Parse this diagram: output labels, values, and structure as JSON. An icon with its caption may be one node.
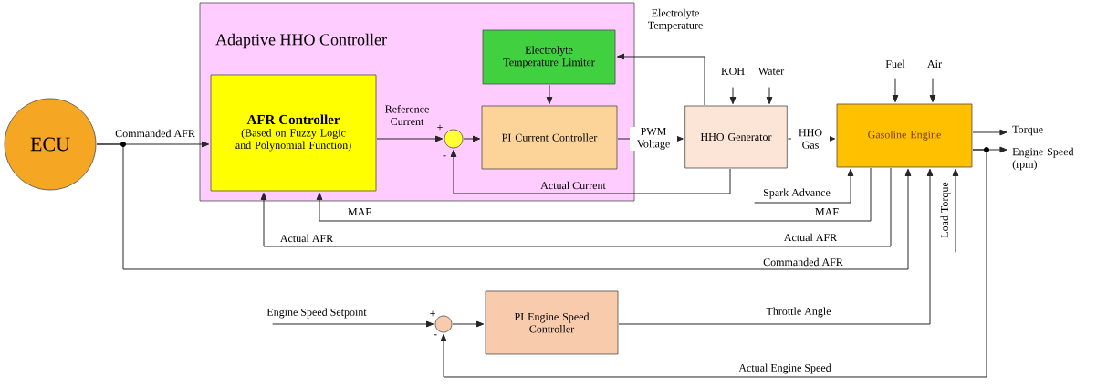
{
  "diagram": {
    "nodes": [
      {
        "text": [
          "Adaptive HHO Controller"
        ]
      },
      {
        "text": [
          "ECU"
        ]
      },
      {
        "text": [
          "AFR Controller",
          "(Based on Fuzzy Logic and Polynomial Function)"
        ],
        "in": 0
      },
      {
        "text": [
          "Electrolyte Temperature Limiter"
        ],
        "in": 0
      },
      {
        "text": [],
        "shape": "circle",
        "in": 0
      },
      {
        "text": [
          "PI Current Controller"
        ],
        "in": 0
      },
      {
        "text": [
          "HHO Generator"
        ]
      },
      {
        "text": [
          "Gasoline Engine"
        ]
      },
      {
        "text": [],
        "shape": "circle"
      },
      {
        "text": [
          "PI Engine Speed Controller"
        ]
      }
    ],
    "edges": [
      {
        "from": 1,
        "to": 2,
        "arrow": "to",
        "label": "Commanded AFR"
      },
      {
        "from": 1,
        "to": 7,
        "arrow": "to",
        "label": "Commanded AFR"
      },
      {
        "from": 2,
        "to": 4,
        "arrow": "to",
        "label": "Reference Current"
      },
      {
        "from": 4,
        "to": 5,
        "arrow": "to"
      },
      {
        "from": 3,
        "to": 5,
        "arrow": "to"
      },
      {
        "from": 5,
        "to": 6,
        "arrow": "to",
        "label": "PWM Voltage"
      },
      {
        "from": 6,
        "to": 3,
        "arrow": "to",
        "label": "Electrolyte Temperature"
      },
      {
        "from": 6,
        "to": 4,
        "arrow": "to",
        "label": "Actual Current"
      },
      {
        "from": null,
        "to": 6,
        "arrow": "to",
        "label": "KOH"
      },
      {
        "from": null,
        "to": 6,
        "arrow": "to",
        "label": "Water"
      },
      {
        "from": 6,
        "to": 7,
        "arrow": "to",
        "label": "HHO Gas"
      },
      {
        "from": null,
        "to": 7,
        "arrow": "to",
        "label": "Fuel"
      },
      {
        "from": null,
        "to": 7,
        "arrow": "to",
        "label": "Air"
      },
      {
        "from": 7,
        "to": null,
        "arrow": "to",
        "label": "Torque"
      },
      {
        "from": 7,
        "to": null,
        "arrow": "to",
        "label": "Engine Speed (rpm)"
      },
      {
        "from": null,
        "to": 7,
        "arrow": "to",
        "label": "Spark Advance"
      },
      {
        "from": 7,
        "to": 2,
        "arrow": "to",
        "label": "MAF"
      },
      {
        "from": 7,
        "to": 2,
        "arrow": "to",
        "label": "Actual AFR"
      },
      {
        "from": null,
        "to": 7,
        "arrow": "to",
        "label": "Load Torque"
      },
      {
        "from": null,
        "to": 8,
        "arrow": "to",
        "label": "Engine Speed Setpoint"
      },
      {
        "from": 8,
        "to": 9,
        "arrow": "to"
      },
      {
        "from": 9,
        "to": 7,
        "arrow": "to",
        "label": "Throttle Angle"
      },
      {
        "from": 7,
        "to": 8,
        "arrow": "to",
        "label": "Actual Engine Speed"
      }
    ],
    "labels": [
      "+",
      "-",
      "MAF",
      "Actual AFR",
      "+",
      "-"
    ]
  }
}
